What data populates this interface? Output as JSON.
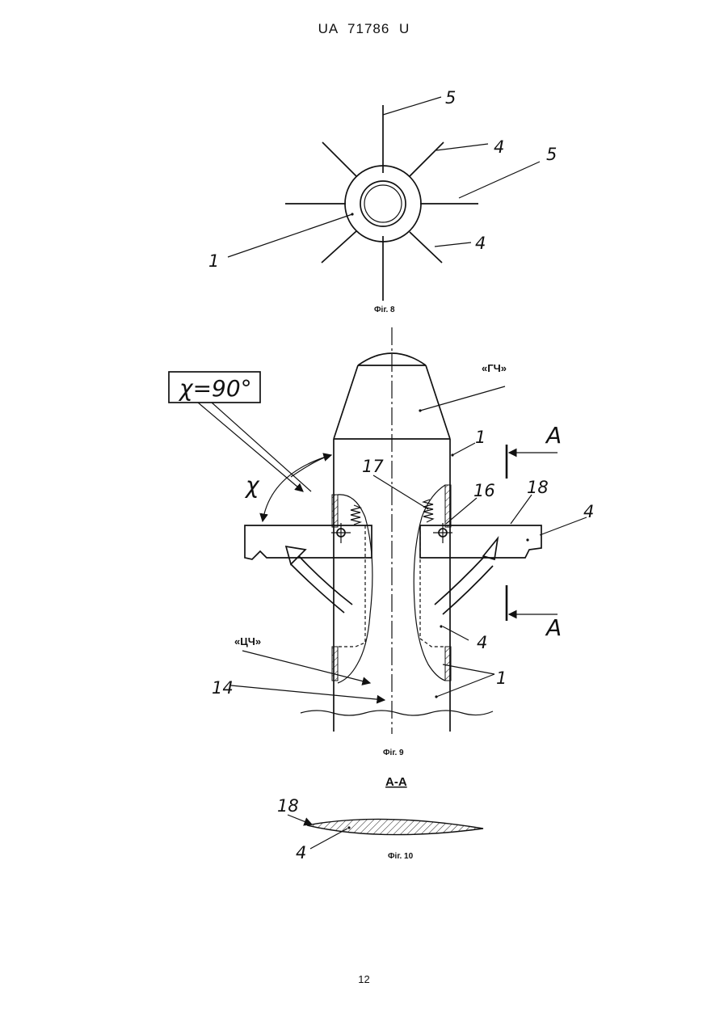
{
  "header": {
    "title": "UA   71786   U"
  },
  "footer": {
    "page_number": "12"
  },
  "fig8": {
    "caption": "Фіг. 8",
    "labels": {
      "l5_top": "5",
      "l4_top": "4",
      "l5_right": "5",
      "l4_bottom": "4",
      "l1": "1"
    }
  },
  "fig9": {
    "caption": "Фіг. 9",
    "angle_box": "χ=90°",
    "chi": "χ",
    "gch": "«ГЧ»",
    "tsch": "«ЦЧ»",
    "section_mark_top": "A",
    "section_mark_bottom": "A",
    "labels": {
      "l1_top": "1",
      "l17": "17",
      "l16": "16",
      "l18": "18",
      "l4_right": "4",
      "l4_inner": "4",
      "l1_bottom": "1",
      "l14": "14"
    }
  },
  "fig10": {
    "section_title": "A-A",
    "caption": "Фіг. 10",
    "labels": {
      "l18": "18",
      "l4": "4"
    }
  }
}
